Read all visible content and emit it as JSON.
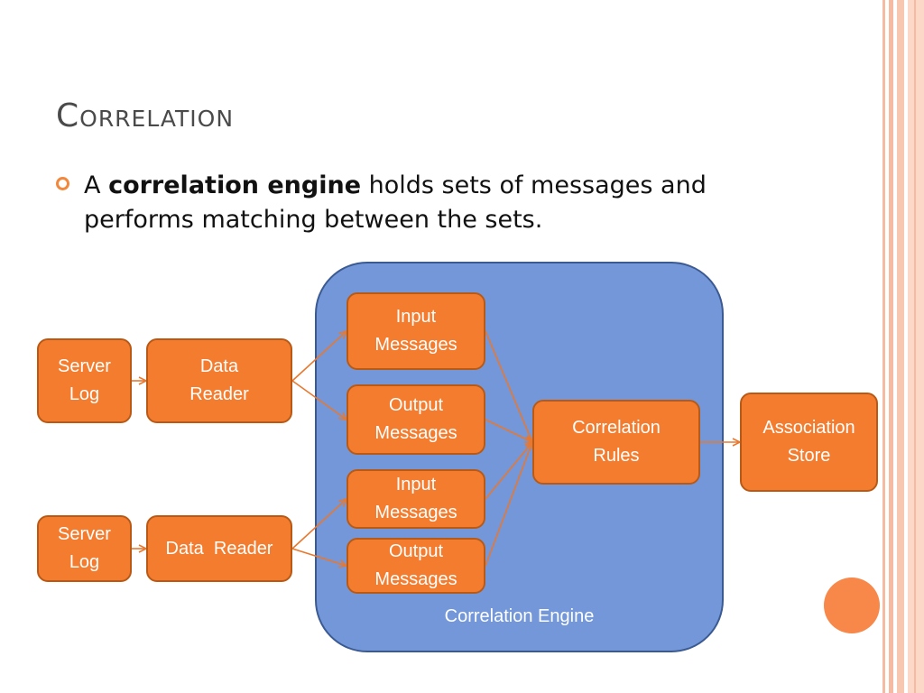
{
  "slide": {
    "title": "Correlation",
    "bullet": {
      "prefix": "A ",
      "bold": "correlation engine",
      "rest": " holds sets of messages and performs matching between the sets."
    }
  },
  "diagram": {
    "engine_label": "Correlation Engine",
    "server_log_1": [
      "Server",
      "Log"
    ],
    "server_log_2": [
      "Server",
      "Log"
    ],
    "data_reader_1": [
      "Data",
      "Reader"
    ],
    "data_reader_2": "Data  Reader",
    "input_messages_1": [
      "Input",
      "Messages"
    ],
    "output_messages_1": [
      "Output",
      "Messages"
    ],
    "input_messages_2": [
      "Input",
      "Messages"
    ],
    "output_messages_2": [
      "Output",
      "Messages"
    ],
    "correlation_rules": [
      "Correlation",
      "Rules"
    ],
    "association_store": [
      "Association",
      "Store"
    ]
  },
  "colors": {
    "box_fill": "#f47c2e",
    "engine_fill": "#7397d8",
    "arrow": "#e8782f",
    "accent": "#f2883d"
  }
}
